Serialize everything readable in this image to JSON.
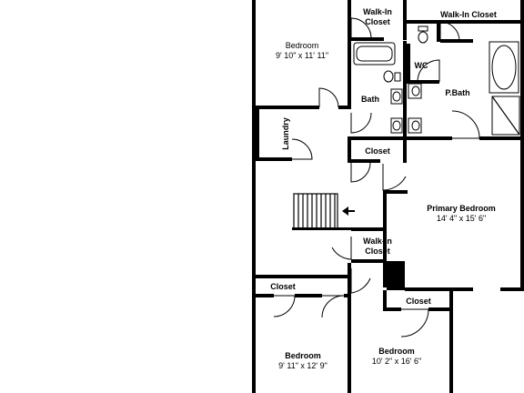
{
  "plan": {
    "rooms": [
      {
        "key": "bedroom_top",
        "name": "Bedroom",
        "dims": "9' 10\" x 11' 11\""
      },
      {
        "key": "walkin_top_left",
        "name_line1": "Walk-In",
        "name_line2": "Closet"
      },
      {
        "key": "walkin_top_right",
        "name": "Walk-In Closet"
      },
      {
        "key": "wc",
        "name": "WC"
      },
      {
        "key": "bath",
        "name": "Bath"
      },
      {
        "key": "pbath",
        "name": "P.Bath"
      },
      {
        "key": "laundry",
        "name": "Laundry"
      },
      {
        "key": "closet_mid",
        "name": "Closet"
      },
      {
        "key": "primary_bedroom",
        "name": "Primary Bedroom",
        "dims": "14' 4\" x 15' 6\""
      },
      {
        "key": "walkin_mid",
        "name_line1": "Walk-In",
        "name_line2": "Closet"
      },
      {
        "key": "closet_left",
        "name": "Closet"
      },
      {
        "key": "closet_right",
        "name": "Closet"
      },
      {
        "key": "bedroom_bl",
        "name": "Bedroom",
        "dims": "9' 11\" x 12' 9\""
      },
      {
        "key": "bedroom_br",
        "name": "Bedroom",
        "dims": "10' 2\" x 16' 6\""
      }
    ],
    "colors": {
      "wall": "#000000",
      "background": "#ffffff"
    }
  }
}
